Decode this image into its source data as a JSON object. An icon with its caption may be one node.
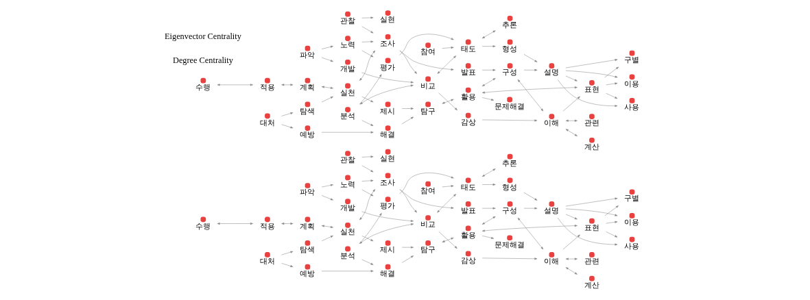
{
  "diagram": {
    "nodes": [
      {
        "text": [
          "수행"
        ]
      },
      {
        "text": [
          "적용"
        ]
      },
      {
        "text": [
          "계획"
        ]
      },
      {
        "text": [
          "탐색"
        ]
      },
      {
        "text": [
          "대처"
        ]
      },
      {
        "text": [
          "관찰"
        ]
      },
      {
        "text": [
          "실현"
        ]
      },
      {
        "text": [
          "파악"
        ]
      },
      {
        "text": [
          "노력"
        ]
      },
      {
        "text": [
          "실천"
        ]
      },
      {
        "text": [
          "예방"
        ]
      },
      {
        "text": [
          "조사"
        ]
      },
      {
        "text": [
          "평가"
        ]
      },
      {
        "text": [
          "개발"
        ]
      },
      {
        "text": [
          "참여"
        ]
      },
      {
        "text": [
          "분석"
        ]
      },
      {
        "text": [
          "비교"
        ]
      },
      {
        "text": [
          "태도"
        ]
      },
      {
        "text": [
          "추론"
        ]
      },
      {
        "text": [
          "제시"
        ]
      },
      {
        "text": [
          "해결"
        ]
      },
      {
        "text": [
          "발표"
        ]
      },
      {
        "text": [
          "감상"
        ]
      },
      {
        "text": [
          "형성"
        ]
      },
      {
        "text": [
          "탐구"
        ]
      },
      {
        "text": [
          "이해"
        ]
      },
      {
        "text": [
          "계산"
        ]
      },
      {
        "text": [
          "구성"
        ]
      },
      {
        "text": [
          "활용"
        ]
      },
      {
        "text": [
          "관련"
        ]
      },
      {
        "text": [
          "설명"
        ]
      },
      {
        "text": [
          "표현"
        ]
      },
      {
        "text": [
          "구별"
        ]
      },
      {
        "text": [
          "문제해결"
        ]
      },
      {
        "text": [
          "이용"
        ]
      },
      {
        "text": [
          "사용"
        ]
      },
      {
        "text": [
          "수행"
        ]
      },
      {
        "text": [
          "적용"
        ]
      },
      {
        "text": [
          "계획"
        ]
      },
      {
        "text": [
          "탐색"
        ]
      },
      {
        "text": [
          "대처"
        ]
      },
      {
        "text": [
          "관찰"
        ]
      },
      {
        "text": [
          "실현"
        ]
      },
      {
        "text": [
          "파악"
        ]
      },
      {
        "text": [
          "노력"
        ]
      },
      {
        "text": [
          "실천"
        ]
      },
      {
        "text": [
          "예방"
        ]
      },
      {
        "text": [
          "조사"
        ]
      },
      {
        "text": [
          "평가"
        ]
      },
      {
        "text": [
          "개발"
        ]
      },
      {
        "text": [
          "참여"
        ]
      },
      {
        "text": [
          "분석"
        ]
      },
      {
        "text": [
          "비교"
        ]
      },
      {
        "text": [
          "태도"
        ]
      },
      {
        "text": [
          "추론"
        ]
      },
      {
        "text": [
          "제시"
        ]
      },
      {
        "text": [
          "해결"
        ]
      },
      {
        "text": [
          "발표"
        ]
      },
      {
        "text": [
          "감상"
        ]
      },
      {
        "text": [
          "형성"
        ]
      },
      {
        "text": [
          "탐구"
        ]
      },
      {
        "text": [
          "이해"
        ]
      },
      {
        "text": [
          "계산"
        ]
      },
      {
        "text": [
          "구성"
        ]
      },
      {
        "text": [
          "활용"
        ]
      },
      {
        "text": [
          "관련"
        ]
      },
      {
        "text": [
          "설명"
        ]
      },
      {
        "text": [
          "표현"
        ]
      },
      {
        "text": [
          "구별"
        ]
      },
      {
        "text": [
          "문제해결"
        ]
      },
      {
        "text": [
          "이용"
        ]
      },
      {
        "text": [
          "사용"
        ]
      }
    ],
    "edges": [
      {
        "from": 0,
        "to": 1,
        "arrow": "both"
      },
      {
        "from": 1,
        "to": 2,
        "arrow": "both"
      },
      {
        "from": 2,
        "to": 9,
        "arrow": "both"
      },
      {
        "from": 3,
        "to": 9,
        "arrow": "to"
      },
      {
        "from": 4,
        "to": 3,
        "arrow": "to"
      },
      {
        "from": 5,
        "to": 6,
        "arrow": "to"
      },
      {
        "from": 4,
        "to": 10,
        "arrow": "to"
      },
      {
        "from": 5,
        "to": 11,
        "arrow": "to"
      },
      {
        "from": 7,
        "to": 8,
        "arrow": "to"
      },
      {
        "from": 8,
        "to": 11,
        "arrow": "to"
      },
      {
        "from": 8,
        "to": 12,
        "arrow": "to"
      },
      {
        "from": 7,
        "to": 13,
        "arrow": "to"
      },
      {
        "from": 13,
        "to": 16,
        "arrow": "to"
      },
      {
        "from": 14,
        "to": 17,
        "arrow": "to"
      },
      {
        "from": 17,
        "to": 18,
        "arrow": "both"
      },
      {
        "from": 9,
        "to": 11,
        "arrow": "both"
      },
      {
        "from": 11,
        "to": 16,
        "arrow": "to"
      },
      {
        "from": 15,
        "to": 16,
        "arrow": "both"
      },
      {
        "from": 15,
        "to": 12,
        "arrow": "to"
      },
      {
        "from": 16,
        "to": 17,
        "arrow": "both"
      },
      {
        "from": 12,
        "to": 17,
        "arrow": "to"
      },
      {
        "from": 11,
        "to": 21,
        "arrow": "to"
      },
      {
        "from": 15,
        "to": 20,
        "arrow": "to"
      },
      {
        "from": 10,
        "to": 20,
        "arrow": "to"
      },
      {
        "from": 9,
        "to": 19,
        "arrow": "to"
      },
      {
        "from": 16,
        "to": 22,
        "arrow": "to"
      },
      {
        "from": 19,
        "to": 24,
        "arrow": "to"
      },
      {
        "from": 20,
        "to": 24,
        "arrow": "to"
      },
      {
        "from": 24,
        "to": 28,
        "arrow": "both"
      },
      {
        "from": 21,
        "to": 27,
        "arrow": "to"
      },
      {
        "from": 22,
        "to": 25,
        "arrow": "to"
      },
      {
        "from": 27,
        "to": 25,
        "arrow": "both"
      },
      {
        "from": 25,
        "to": 26,
        "arrow": "both"
      },
      {
        "from": 17,
        "to": 23,
        "arrow": "to"
      },
      {
        "from": 25,
        "to": 29,
        "arrow": "both"
      },
      {
        "from": 23,
        "to": 30,
        "arrow": "to"
      },
      {
        "from": 25,
        "to": 31,
        "arrow": "to"
      },
      {
        "from": 27,
        "to": 30,
        "arrow": "to"
      },
      {
        "from": 28,
        "to": 31,
        "arrow": "both"
      },
      {
        "from": 28,
        "to": 33,
        "arrow": "to"
      },
      {
        "from": 28,
        "to": 27,
        "arrow": "both"
      },
      {
        "from": 30,
        "to": 31,
        "arrow": "to"
      },
      {
        "from": 31,
        "to": 34,
        "arrow": "to"
      },
      {
        "from": 30,
        "to": 34,
        "arrow": "to"
      },
      {
        "from": 31,
        "to": 35,
        "arrow": "to"
      },
      {
        "from": 30,
        "to": 35,
        "arrow": "to"
      },
      {
        "from": 30,
        "to": 32,
        "arrow": "to"
      },
      {
        "from": 31,
        "to": 32,
        "arrow": "to"
      },
      {
        "from": 36,
        "to": 37,
        "arrow": "both"
      },
      {
        "from": 37,
        "to": 38,
        "arrow": "both"
      },
      {
        "from": 38,
        "to": 45,
        "arrow": "both"
      },
      {
        "from": 39,
        "to": 45,
        "arrow": "to"
      },
      {
        "from": 40,
        "to": 39,
        "arrow": "to"
      },
      {
        "from": 41,
        "to": 42,
        "arrow": "to"
      },
      {
        "from": 40,
        "to": 46,
        "arrow": "to"
      },
      {
        "from": 41,
        "to": 47,
        "arrow": "to"
      },
      {
        "from": 43,
        "to": 44,
        "arrow": "to"
      },
      {
        "from": 44,
        "to": 47,
        "arrow": "to"
      },
      {
        "from": 44,
        "to": 48,
        "arrow": "to"
      },
      {
        "from": 43,
        "to": 49,
        "arrow": "to"
      },
      {
        "from": 49,
        "to": 52,
        "arrow": "to"
      },
      {
        "from": 50,
        "to": 53,
        "arrow": "to"
      },
      {
        "from": 53,
        "to": 54,
        "arrow": "both"
      },
      {
        "from": 45,
        "to": 47,
        "arrow": "both"
      },
      {
        "from": 47,
        "to": 52,
        "arrow": "to"
      },
      {
        "from": 51,
        "to": 52,
        "arrow": "both"
      },
      {
        "from": 51,
        "to": 48,
        "arrow": "to"
      },
      {
        "from": 52,
        "to": 53,
        "arrow": "both"
      },
      {
        "from": 48,
        "to": 53,
        "arrow": "to"
      },
      {
        "from": 47,
        "to": 57,
        "arrow": "to"
      },
      {
        "from": 51,
        "to": 56,
        "arrow": "to"
      },
      {
        "from": 46,
        "to": 56,
        "arrow": "to"
      },
      {
        "from": 45,
        "to": 55,
        "arrow": "to"
      },
      {
        "from": 52,
        "to": 58,
        "arrow": "to"
      },
      {
        "from": 55,
        "to": 60,
        "arrow": "to"
      },
      {
        "from": 56,
        "to": 60,
        "arrow": "to"
      },
      {
        "from": 60,
        "to": 64,
        "arrow": "both"
      },
      {
        "from": 57,
        "to": 63,
        "arrow": "to"
      },
      {
        "from": 58,
        "to": 61,
        "arrow": "to"
      },
      {
        "from": 63,
        "to": 61,
        "arrow": "both"
      },
      {
        "from": 61,
        "to": 62,
        "arrow": "both"
      },
      {
        "from": 53,
        "to": 59,
        "arrow": "to"
      },
      {
        "from": 61,
        "to": 65,
        "arrow": "both"
      },
      {
        "from": 59,
        "to": 66,
        "arrow": "to"
      },
      {
        "from": 61,
        "to": 67,
        "arrow": "to"
      },
      {
        "from": 63,
        "to": 66,
        "arrow": "to"
      },
      {
        "from": 64,
        "to": 67,
        "arrow": "both"
      },
      {
        "from": 64,
        "to": 69,
        "arrow": "to"
      },
      {
        "from": 64,
        "to": 63,
        "arrow": "both"
      },
      {
        "from": 66,
        "to": 67,
        "arrow": "to"
      },
      {
        "from": 67,
        "to": 70,
        "arrow": "to"
      },
      {
        "from": 66,
        "to": 70,
        "arrow": "to"
      },
      {
        "from": 67,
        "to": 71,
        "arrow": "to"
      },
      {
        "from": 66,
        "to": 71,
        "arrow": "to"
      },
      {
        "from": 66,
        "to": 68,
        "arrow": "to"
      },
      {
        "from": 67,
        "to": 68,
        "arrow": "to"
      }
    ],
    "labels": [
      "Degree Centrality",
      "Eigenvector Centrality"
    ]
  }
}
